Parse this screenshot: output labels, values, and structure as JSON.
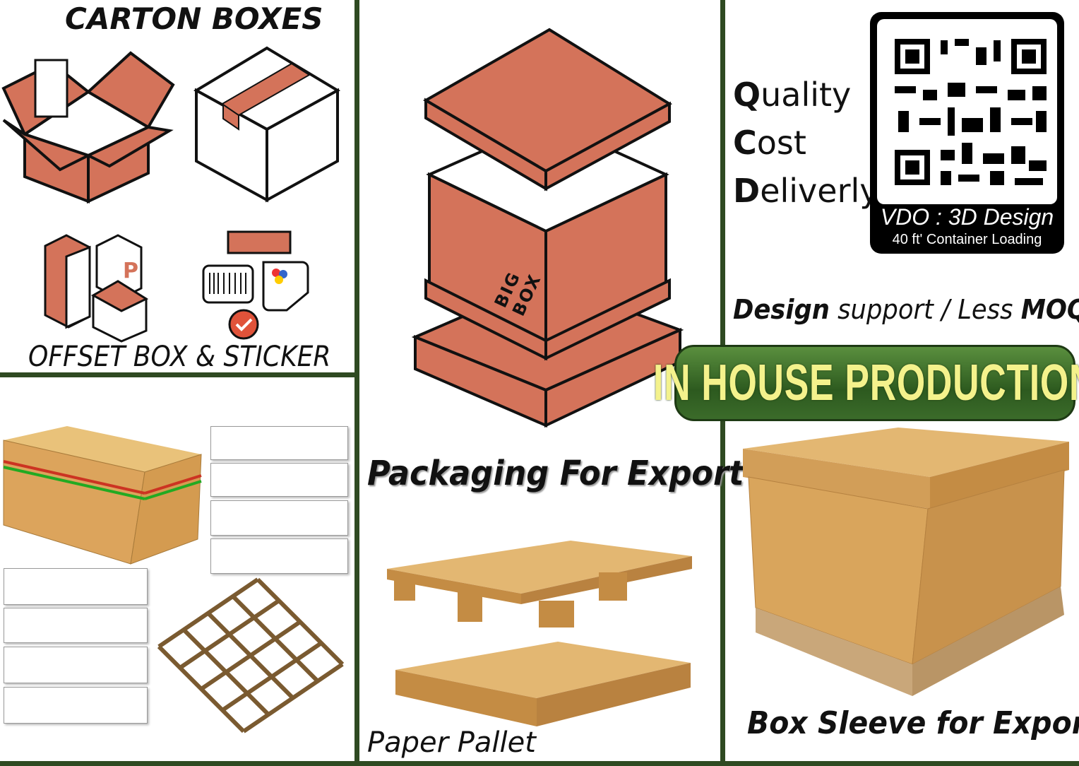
{
  "top_left": {
    "title": "CARTON BOXES",
    "caption": "OFFSET BOX & STICKER"
  },
  "center": {
    "title": "Packaging For Export",
    "pallet_caption": "Paper Pallet",
    "box_label": "BIG BOX"
  },
  "right": {
    "qcd": [
      {
        "initial": "Q",
        "rest": "uality"
      },
      {
        "initial": "C",
        "rest": "ost"
      },
      {
        "initial": "D",
        "rest": "eliverly"
      }
    ],
    "qr_title": "VDO : 3D Design",
    "qr_subtitle": "40 ft' Container Loading",
    "tagline": {
      "bold1": "Design",
      "mid": " support / Less ",
      "bold2": "MOQ"
    },
    "banner": "IN HOUSE PRODUCTION",
    "sleeve_caption": "Box Sleeve for Export"
  },
  "colors": {
    "accent": "#d4735a",
    "divider": "#2f4a22",
    "banner": "#3b6b2a",
    "banner_text": "#f4f28c",
    "cardboard": "#d9a55c"
  }
}
